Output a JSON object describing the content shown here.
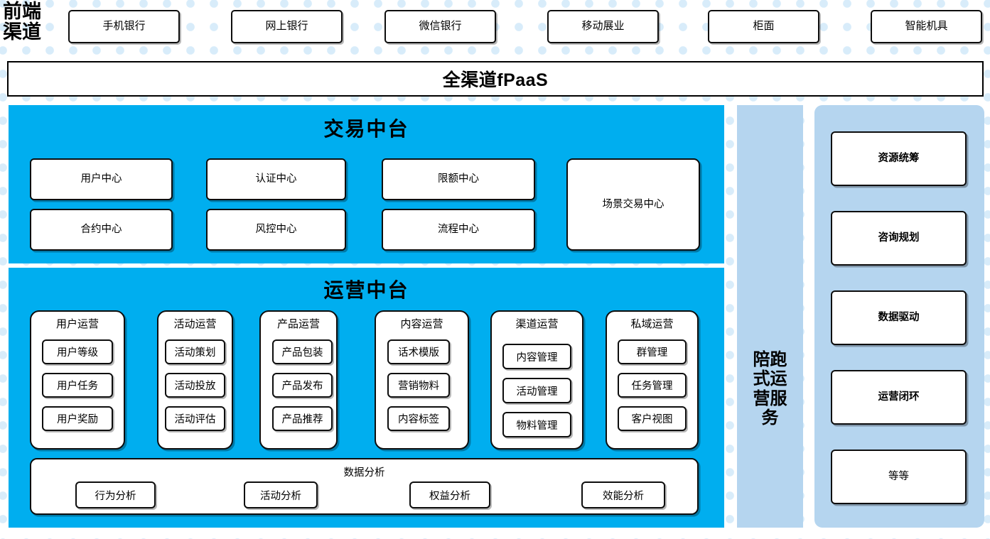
{
  "colors": {
    "primary_blue": "#00AEEF",
    "light_blue": "#B5D5EF",
    "dot_blue": "#D8ECFA",
    "card_white": "#FFFFFF",
    "outline_black": "#0D0D0D"
  },
  "front_channel": {
    "label": "前端\n渠道",
    "label_line1": "前端",
    "label_line2": "渠道",
    "items": [
      {
        "label": "手机银行"
      },
      {
        "label": "网上银行"
      },
      {
        "label": "微信银行"
      },
      {
        "label": "移动展业"
      },
      {
        "label": "柜面"
      },
      {
        "label": "智能机具"
      }
    ]
  },
  "fpaas": {
    "label": "全渠道fPaaS"
  },
  "transaction_platform": {
    "title": "交易中台",
    "cards_row1": [
      {
        "label": "用户中心"
      },
      {
        "label": "认证中心"
      },
      {
        "label": "限额中心"
      }
    ],
    "cards_row2": [
      {
        "label": "合约中心"
      },
      {
        "label": "风控中心"
      },
      {
        "label": "流程中心"
      }
    ],
    "tall_card": {
      "label": "场景交易中心"
    }
  },
  "operation_platform": {
    "title": "运营中台",
    "groups": [
      {
        "title": "用户运营",
        "items": [
          {
            "label": "用户等级"
          },
          {
            "label": "用户任务"
          },
          {
            "label": "用户奖励"
          }
        ]
      },
      {
        "title": "活动运营",
        "items": [
          {
            "label": "活动策划"
          },
          {
            "label": "活动投放"
          },
          {
            "label": "活动评估"
          }
        ]
      },
      {
        "title": "产品运营",
        "items": [
          {
            "label": "产品包装"
          },
          {
            "label": "产品发布"
          },
          {
            "label": "产品推荐"
          }
        ]
      },
      {
        "title": "内容运营",
        "items": [
          {
            "label": "话术模版"
          },
          {
            "label": "营销物料"
          },
          {
            "label": "内容标签"
          }
        ]
      },
      {
        "title": "渠道运营",
        "items": [
          {
            "label": "内容管理"
          },
          {
            "label": "活动管理"
          },
          {
            "label": "物料管理"
          }
        ]
      },
      {
        "title": "私域运营",
        "items": [
          {
            "label": "群管理"
          },
          {
            "label": "任务管理"
          },
          {
            "label": "客户视图"
          }
        ]
      }
    ],
    "data_analysis": {
      "title": "数据分析",
      "items": [
        {
          "label": "行为分析"
        },
        {
          "label": "活动分析"
        },
        {
          "label": "权益分析"
        },
        {
          "label": "效能分析"
        }
      ]
    }
  },
  "service_column": {
    "label": "陪跑式运营服务",
    "chars": [
      "陪",
      "跑",
      "式",
      "运",
      "营",
      "服",
      "务"
    ]
  },
  "capability_column": {
    "cards": [
      {
        "label": "资源统筹",
        "bold": true
      },
      {
        "label": "咨询规划",
        "bold": true
      },
      {
        "label": "数据驱动",
        "bold": true
      },
      {
        "label": "运营闭环",
        "bold": true
      },
      {
        "label": "等等",
        "bold": false
      }
    ]
  }
}
